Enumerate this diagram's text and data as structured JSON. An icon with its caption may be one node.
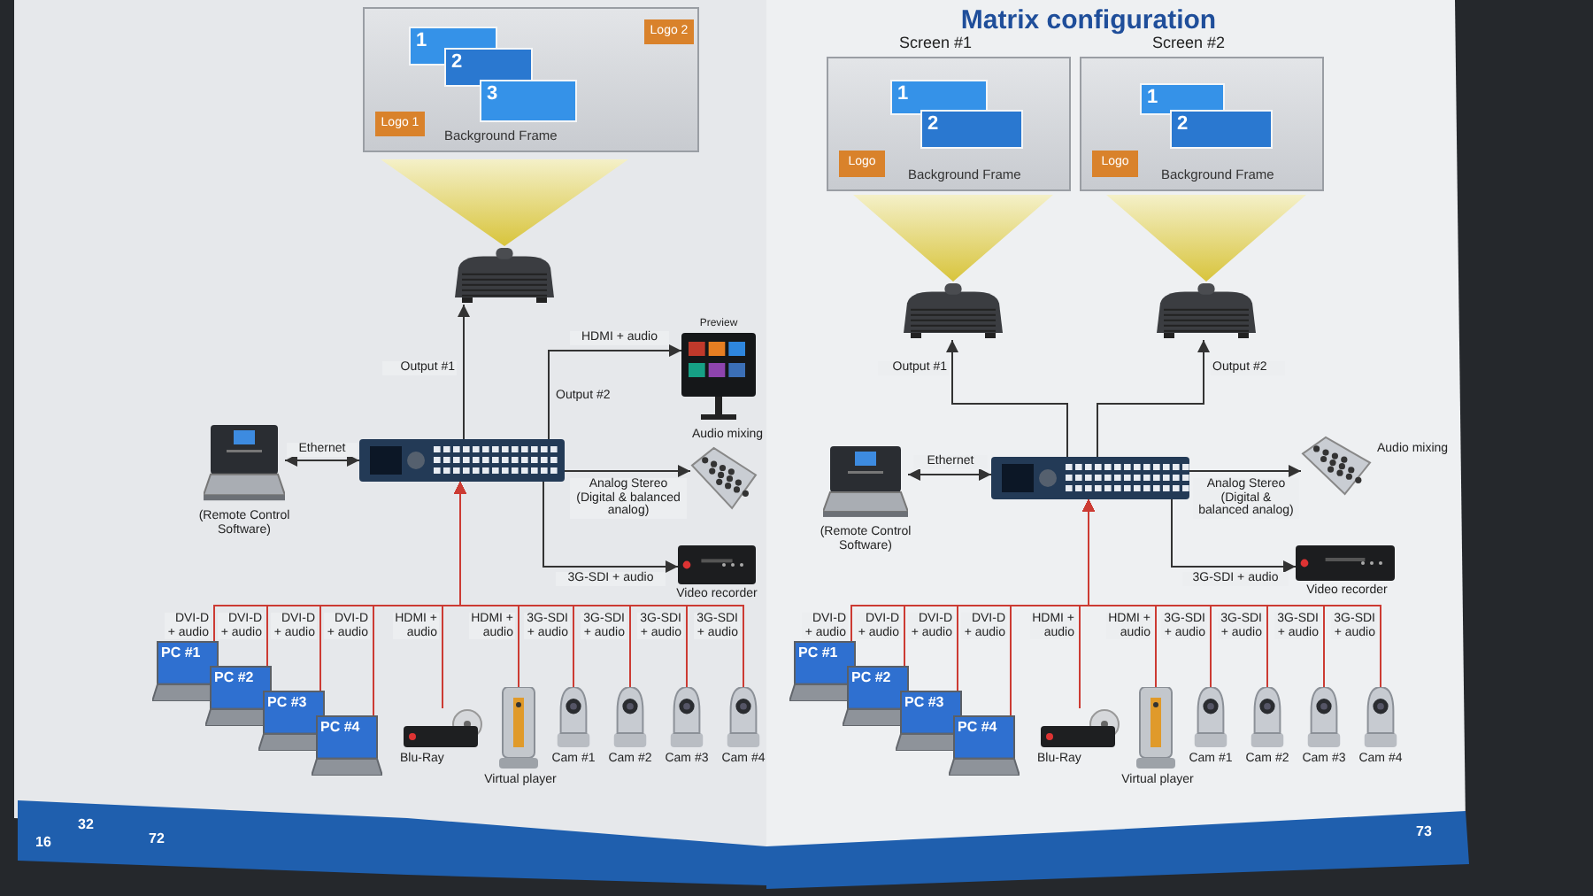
{
  "diagram": {
    "title": "Matrix configuration",
    "nodes": [
      {
        "text": [
          "Background Frame"
        ]
      },
      {
        "text": [
          "1"
        ],
        "in": 0
      },
      {
        "text": [
          "2"
        ],
        "in": 0
      },
      {
        "text": [
          "3"
        ],
        "in": 0
      },
      {
        "text": [
          "Logo 1"
        ],
        "in": 0
      },
      {
        "text": [
          "Logo 2"
        ],
        "in": 0
      },
      {
        "text": [],
        "shape": "picture"
      },
      {
        "text": [],
        "shape": "picture",
        "beside": [
          "Preview"
        ]
      },
      {
        "text": [],
        "shape": "picture",
        "beside": [
          "(Remote Control Software)"
        ]
      },
      {
        "text": [],
        "shape": "picture"
      },
      {
        "text": [],
        "shape": "picture",
        "beside": [
          "Audio mixing"
        ]
      },
      {
        "text": [],
        "shape": "picture",
        "beside": [
          "Video recorder"
        ]
      },
      {
        "text": [
          "PC #1"
        ]
      },
      {
        "text": [
          "PC #2"
        ]
      },
      {
        "text": [
          "PC #3"
        ]
      },
      {
        "text": [
          "PC #4"
        ]
      },
      {
        "text": [],
        "shape": "picture",
        "beside": [
          "Blu-Ray"
        ]
      },
      {
        "text": [],
        "shape": "picture",
        "beside": [
          "Virtual player"
        ]
      },
      {
        "text": [],
        "shape": "picture",
        "beside": [
          "Cam #1"
        ]
      },
      {
        "text": [],
        "shape": "picture",
        "beside": [
          "Cam #2"
        ]
      },
      {
        "text": [],
        "shape": "picture",
        "beside": [
          "Cam #3"
        ]
      },
      {
        "text": [],
        "shape": "picture",
        "beside": [
          "Cam #4"
        ]
      },
      {
        "text": [
          "Screen #1",
          "Background Frame"
        ]
      },
      {
        "text": [
          "1"
        ],
        "in": 22
      },
      {
        "text": [
          "2"
        ],
        "in": 22
      },
      {
        "text": [
          "Logo"
        ],
        "in": 22
      },
      {
        "text": [
          "Screen #2",
          "Background Frame"
        ]
      },
      {
        "text": [
          "1"
        ],
        "in": 26
      },
      {
        "text": [
          "2"
        ],
        "in": 26
      },
      {
        "text": [
          "Logo"
        ],
        "in": 26
      },
      {
        "text": [],
        "shape": "picture"
      },
      {
        "text": [],
        "shape": "picture"
      },
      {
        "text": [],
        "shape": "picture",
        "beside": [
          "(Remote Control Software)"
        ]
      },
      {
        "text": [],
        "shape": "picture"
      },
      {
        "text": [],
        "shape": "picture",
        "beside": [
          "Audio mixing"
        ]
      },
      {
        "text": [],
        "shape": "picture",
        "beside": [
          "Video recorder"
        ]
      },
      {
        "text": [
          "PC #1"
        ]
      },
      {
        "text": [
          "PC #2"
        ]
      },
      {
        "text": [
          "PC #3"
        ]
      },
      {
        "text": [
          "PC #4"
        ]
      },
      {
        "text": [],
        "shape": "picture",
        "beside": [
          "Blu-Ray"
        ]
      },
      {
        "text": [],
        "shape": "picture",
        "beside": [
          "Virtual player"
        ]
      },
      {
        "text": [],
        "shape": "picture",
        "beside": [
          "Cam #1"
        ]
      },
      {
        "text": [],
        "shape": "picture",
        "beside": [
          "Cam #2"
        ]
      },
      {
        "text": [],
        "shape": "picture",
        "beside": [
          "Cam #3"
        ]
      },
      {
        "text": [],
        "shape": "picture",
        "beside": [
          "Cam #4"
        ]
      }
    ],
    "edges": [
      {
        "from": 9,
        "to": 6,
        "arrow": "to",
        "label": "Output #1",
        "color": "#333333"
      },
      {
        "from": 9,
        "to": 7,
        "arrow": "to",
        "label": "HDMI + audio",
        "color": "#333333"
      },
      {
        "from": 8,
        "to": 9,
        "arrow": "both",
        "label": "Ethernet",
        "color": "#333333"
      },
      {
        "from": 9,
        "to": 10,
        "arrow": "to",
        "label": "Analog Stereo (Digital & balanced analog)",
        "color": "#333333"
      },
      {
        "from": 9,
        "to": 11,
        "arrow": "to",
        "label": "3G-SDI + audio",
        "color": "#333333"
      },
      {
        "from": 12,
        "to": 9,
        "arrow": "to",
        "label": "DVI-D + audio"
      },
      {
        "from": 13,
        "to": 9,
        "arrow": "to",
        "label": "DVI-D + audio"
      },
      {
        "from": 14,
        "to": 9,
        "arrow": "to",
        "label": "DVI-D + audio"
      },
      {
        "from": 15,
        "to": 9,
        "arrow": "to",
        "label": "DVI-D + audio"
      },
      {
        "from": 16,
        "to": 9,
        "arrow": "to",
        "label": "HDMI + audio"
      },
      {
        "from": 17,
        "to": 9,
        "arrow": "to",
        "label": "HDMI + audio"
      },
      {
        "from": 18,
        "to": 9,
        "arrow": "to",
        "label": "3G-SDI + audio"
      },
      {
        "from": 19,
        "to": 9,
        "arrow": "to",
        "label": "3G-SDI + audio"
      },
      {
        "from": 20,
        "to": 9,
        "arrow": "to",
        "label": "3G-SDI + audio"
      },
      {
        "from": 21,
        "to": 9,
        "arrow": "to",
        "label": "3G-SDI + audio"
      },
      {
        "from": 33,
        "to": 30,
        "arrow": "to",
        "label": "Output #1",
        "color": "#333333"
      },
      {
        "from": 33,
        "to": 31,
        "arrow": "to",
        "label": "Output #2",
        "color": "#333333"
      },
      {
        "from": 32,
        "to": 33,
        "arrow": "both",
        "label": "Ethernet",
        "color": "#333333"
      },
      {
        "from": 33,
        "to": 34,
        "arrow": "to",
        "label": "Analog Stereo (Digital & balanced analog)",
        "color": "#333333"
      },
      {
        "from": 33,
        "to": 35,
        "arrow": "to",
        "label": "3G-SDI + audio",
        "color": "#333333"
      },
      {
        "from": 36,
        "to": 33,
        "arrow": "to",
        "label": "DVI-D + audio"
      },
      {
        "from": 37,
        "to": 33,
        "arrow": "to",
        "label": "DVI-D + audio"
      },
      {
        "from": 38,
        "to": 33,
        "arrow": "to",
        "label": "DVI-D + audio"
      },
      {
        "from": 39,
        "to": 33,
        "arrow": "to",
        "label": "DVI-D + audio"
      },
      {
        "from": 40,
        "to": 33,
        "arrow": "to",
        "label": "HDMI + audio"
      },
      {
        "from": 41,
        "to": 33,
        "arrow": "to",
        "label": "HDMI + audio"
      },
      {
        "from": 42,
        "to": 33,
        "arrow": "to",
        "label": "3G-SDI + audio"
      },
      {
        "from": 43,
        "to": 33,
        "arrow": "to",
        "label": "3G-SDI + audio"
      },
      {
        "from": 44,
        "to": 33,
        "arrow": "to",
        "label": "3G-SDI + audio"
      },
      {
        "from": 45,
        "to": 33,
        "arrow": "to",
        "label": "3G-SDI + audio"
      }
    ],
    "labels": [
      "Output #2",
      "16",
      "32",
      "72",
      "73"
    ]
  }
}
